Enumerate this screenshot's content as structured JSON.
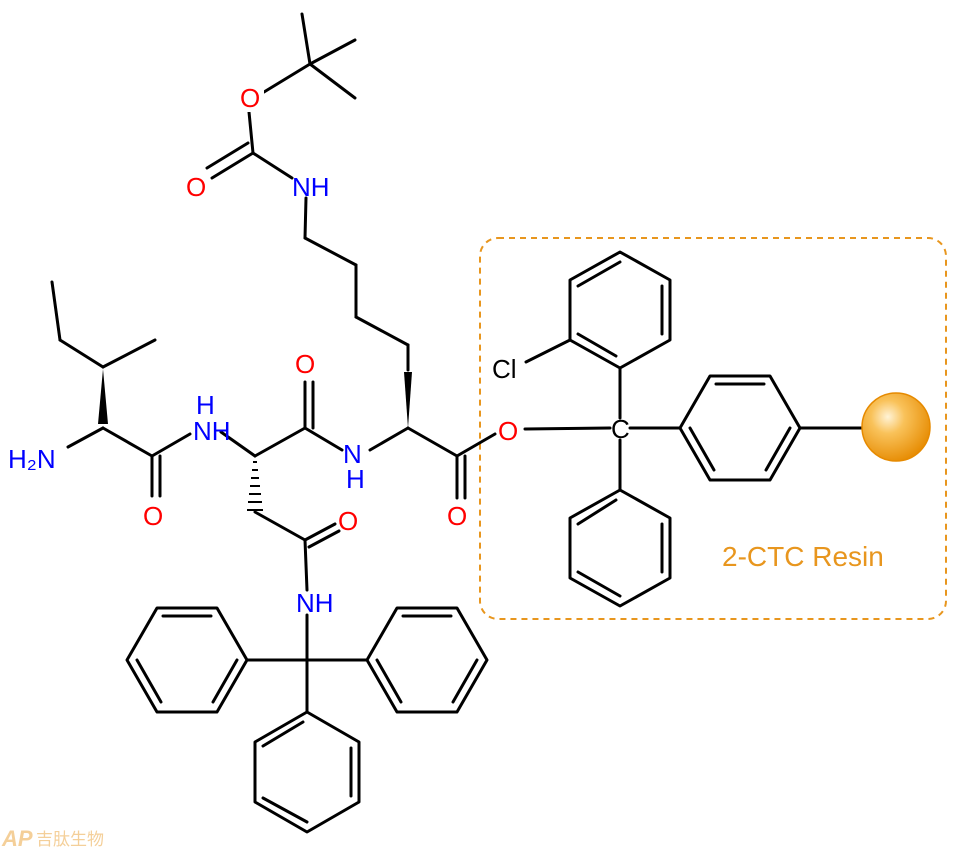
{
  "molecule": {
    "atoms": {
      "o_boc_ester": "O",
      "o_boc_carbonyl": "O",
      "n_boc": "NH",
      "h2n_terminal": "H₂N",
      "n_amide1": "NH",
      "h_amide1": "H",
      "o_ile_carbonyl": "O",
      "o_asn_carbonyl": "O",
      "o_asn_sidechain": "O",
      "n_trt": "NH",
      "n_amide2": "N",
      "h_amide2": "H",
      "o_lys_carbonyl": "O",
      "o_resin_link": "O",
      "cl": "Cl",
      "c_trityl": "C"
    }
  },
  "resin": {
    "label": "2-CTC Resin",
    "accent_color": "#E8961E",
    "bead_color": "#F5A623"
  },
  "colors": {
    "oxygen": "#FF0000",
    "nitrogen": "#0000FF",
    "bond": "#000000"
  },
  "watermark": {
    "latin": "AP",
    "chinese": "吉肽生物"
  }
}
